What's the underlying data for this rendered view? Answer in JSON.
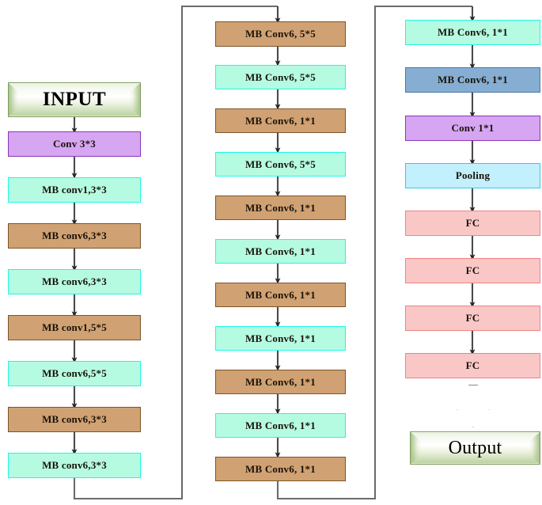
{
  "diagram": {
    "title": "EfficientNet-style CNN architecture flowchart",
    "palette": {
      "brown": "#d0a173",
      "cyan": "#b5fbe2",
      "purple": "#d6a6f2",
      "blue": "#86aed3",
      "sky": "#c2f0fd",
      "pink": "#fac7c7",
      "terminal_green": "#cfdfba",
      "connector": "#595959"
    },
    "columns": [
      {
        "id": "column-1",
        "nodes": [
          {
            "label": "INPUT",
            "style": "bevel"
          },
          {
            "label": "Conv 3*3",
            "style": "purple"
          },
          {
            "label": "MB conv1,3*3",
            "style": "cyan"
          },
          {
            "label": "MB conv6,3*3",
            "style": "brown"
          },
          {
            "label": "MB conv6,3*3",
            "style": "cyan"
          },
          {
            "label": "MB conv1,5*5",
            "style": "brown"
          },
          {
            "label": "MB conv6,5*5",
            "style": "cyan"
          },
          {
            "label": "MB conv6,3*3",
            "style": "brown"
          },
          {
            "label": "MB conv6,3*3",
            "style": "cyan"
          }
        ]
      },
      {
        "id": "column-2",
        "nodes": [
          {
            "label": "MB Conv6, 5*5",
            "style": "brown"
          },
          {
            "label": "MB Conv6, 5*5",
            "style": "cyan"
          },
          {
            "label": "MB Conv6, 1*1",
            "style": "brown"
          },
          {
            "label": "MB Conv6, 5*5",
            "style": "cyan"
          },
          {
            "label": "MB Conv6, 1*1",
            "style": "brown"
          },
          {
            "label": "MB Conv6, 1*1",
            "style": "cyan"
          },
          {
            "label": "MB Conv6, 1*1",
            "style": "brown"
          },
          {
            "label": "MB Conv6, 1*1",
            "style": "cyan"
          },
          {
            "label": "MB Conv6, 1*1",
            "style": "brown"
          },
          {
            "label": "MB Conv6, 1*1",
            "style": "cyan"
          },
          {
            "label": "MB Conv6, 1*1",
            "style": "brown"
          }
        ]
      },
      {
        "id": "column-3",
        "nodes": [
          {
            "label": "MB Conv6, 1*1",
            "style": "cyan"
          },
          {
            "label": "MB Conv6, 1*1",
            "style": "blue"
          },
          {
            "label": "Conv 1*1",
            "style": "purple"
          },
          {
            "label": "Pooling",
            "style": "sky"
          },
          {
            "label": "FC",
            "style": "pink"
          },
          {
            "label": "FC",
            "style": "pink"
          },
          {
            "label": "FC",
            "style": "pink"
          },
          {
            "label": "FC",
            "style": "pink"
          },
          {
            "label": "Output",
            "style": "bevel"
          }
        ]
      }
    ],
    "connectors": {
      "column1_to_column2": "down-right-up",
      "column2_to_column3": "down-right-up",
      "block_arrow": "down-block-arrow-icon"
    }
  }
}
